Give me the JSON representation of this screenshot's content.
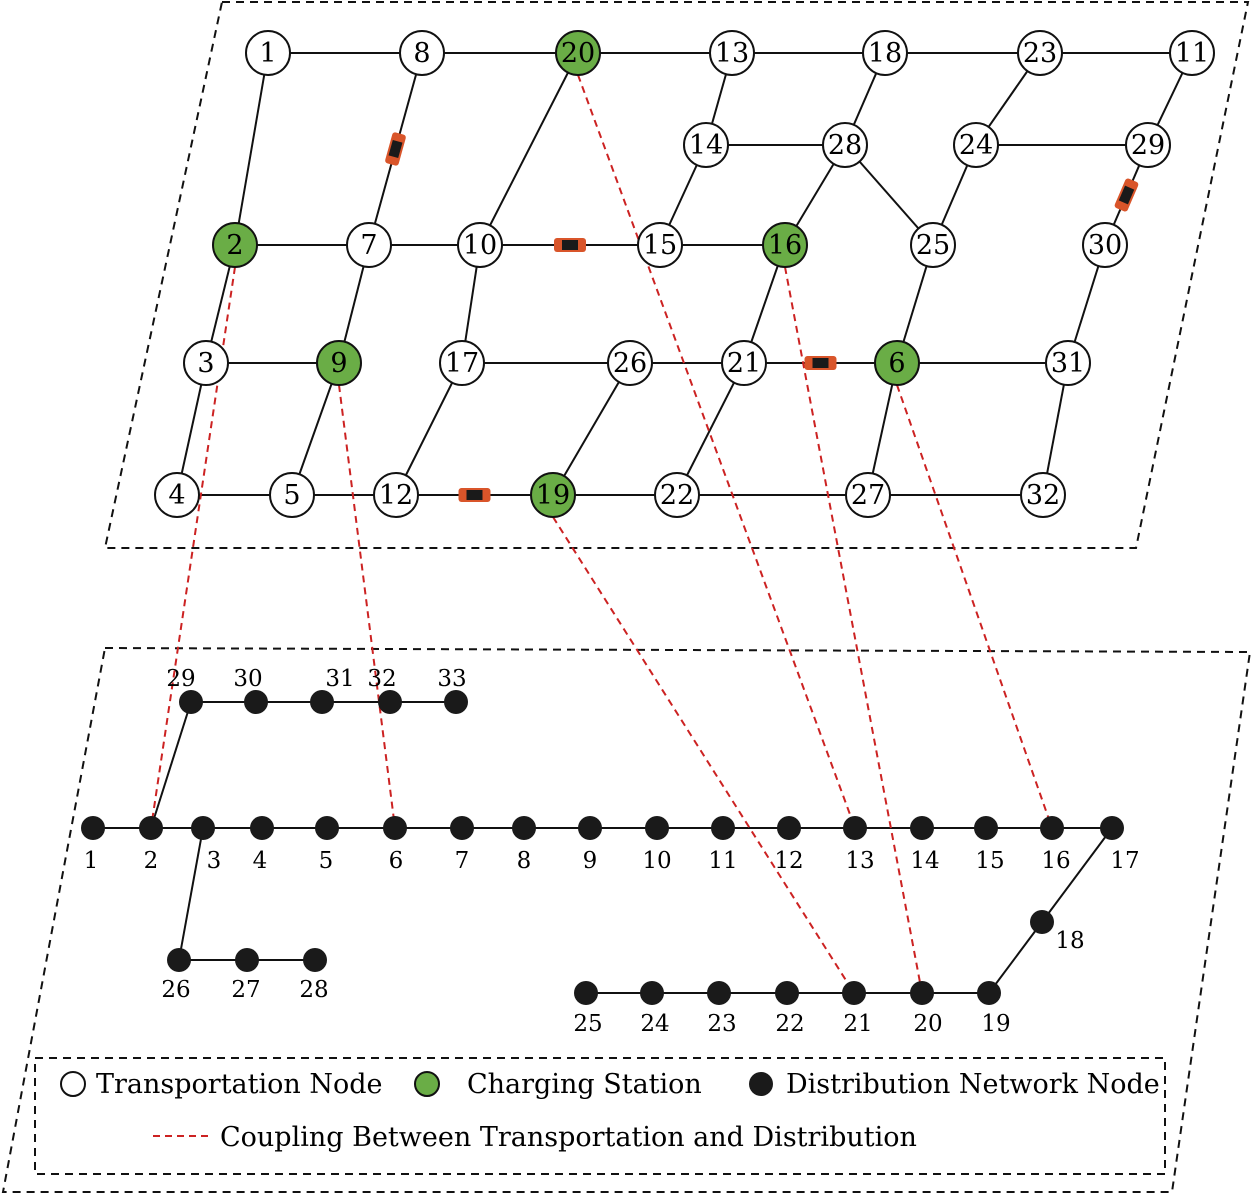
{
  "colors": {
    "charging_station": "#6aad46",
    "transport_node": "#ffffff",
    "distribution_node": "#1a1a1a",
    "coupling": "#cc2222",
    "line": "#111111",
    "vehicle": "#d9552a"
  },
  "transport": {
    "nodes": [
      {
        "id": "1",
        "type": "transport"
      },
      {
        "id": "8",
        "type": "transport"
      },
      {
        "id": "20",
        "type": "charging"
      },
      {
        "id": "13",
        "type": "transport"
      },
      {
        "id": "18",
        "type": "transport"
      },
      {
        "id": "23",
        "type": "transport"
      },
      {
        "id": "11",
        "type": "transport"
      },
      {
        "id": "14",
        "type": "transport"
      },
      {
        "id": "28",
        "type": "transport"
      },
      {
        "id": "24",
        "type": "transport"
      },
      {
        "id": "29",
        "type": "transport"
      },
      {
        "id": "2",
        "type": "charging"
      },
      {
        "id": "7",
        "type": "transport"
      },
      {
        "id": "10",
        "type": "transport"
      },
      {
        "id": "15",
        "type": "transport"
      },
      {
        "id": "16",
        "type": "charging"
      },
      {
        "id": "25",
        "type": "transport"
      },
      {
        "id": "30",
        "type": "transport"
      },
      {
        "id": "3",
        "type": "transport"
      },
      {
        "id": "9",
        "type": "charging"
      },
      {
        "id": "17",
        "type": "transport"
      },
      {
        "id": "26",
        "type": "transport"
      },
      {
        "id": "21",
        "type": "transport"
      },
      {
        "id": "6",
        "type": "charging"
      },
      {
        "id": "31",
        "type": "transport"
      },
      {
        "id": "4",
        "type": "transport"
      },
      {
        "id": "5",
        "type": "transport"
      },
      {
        "id": "12",
        "type": "transport"
      },
      {
        "id": "19",
        "type": "charging"
      },
      {
        "id": "22",
        "type": "transport"
      },
      {
        "id": "27",
        "type": "transport"
      },
      {
        "id": "32",
        "type": "transport"
      }
    ],
    "edges": [
      [
        "1",
        "8"
      ],
      [
        "8",
        "20"
      ],
      [
        "20",
        "13"
      ],
      [
        "13",
        "18"
      ],
      [
        "18",
        "23"
      ],
      [
        "23",
        "11"
      ],
      [
        "1",
        "2"
      ],
      [
        "8",
        "7"
      ],
      [
        "20",
        "10"
      ],
      [
        "13",
        "14"
      ],
      [
        "18",
        "28"
      ],
      [
        "23",
        "24"
      ],
      [
        "11",
        "29"
      ],
      [
        "14",
        "28"
      ],
      [
        "24",
        "29"
      ],
      [
        "28",
        "16"
      ],
      [
        "28",
        "25"
      ],
      [
        "24",
        "25"
      ],
      [
        "29",
        "30"
      ],
      [
        "14",
        "15"
      ],
      [
        "2",
        "7"
      ],
      [
        "7",
        "10"
      ],
      [
        "10",
        "15"
      ],
      [
        "15",
        "16"
      ],
      [
        "2",
        "3"
      ],
      [
        "7",
        "9"
      ],
      [
        "10",
        "17"
      ],
      [
        "16",
        "21"
      ],
      [
        "25",
        "6"
      ],
      [
        "30",
        "31"
      ],
      [
        "3",
        "9"
      ],
      [
        "17",
        "26"
      ],
      [
        "26",
        "21"
      ],
      [
        "21",
        "6"
      ],
      [
        "6",
        "31"
      ],
      [
        "3",
        "4"
      ],
      [
        "9",
        "5"
      ],
      [
        "17",
        "12"
      ],
      [
        "26",
        "19"
      ],
      [
        "21",
        "22"
      ],
      [
        "6",
        "27"
      ],
      [
        "31",
        "32"
      ],
      [
        "4",
        "5"
      ],
      [
        "5",
        "12"
      ],
      [
        "12",
        "19"
      ],
      [
        "19",
        "22"
      ],
      [
        "22",
        "27"
      ],
      [
        "27",
        "32"
      ]
    ]
  },
  "distribution": {
    "nodes": [
      "1",
      "2",
      "3",
      "4",
      "5",
      "6",
      "7",
      "8",
      "9",
      "10",
      "11",
      "12",
      "13",
      "14",
      "15",
      "16",
      "17",
      "18",
      "19",
      "20",
      "21",
      "22",
      "23",
      "24",
      "25",
      "26",
      "27",
      "28",
      "29",
      "30",
      "31",
      "32",
      "33"
    ],
    "edges": [
      [
        "1",
        "2"
      ],
      [
        "2",
        "3"
      ],
      [
        "3",
        "4"
      ],
      [
        "4",
        "5"
      ],
      [
        "5",
        "6"
      ],
      [
        "6",
        "7"
      ],
      [
        "7",
        "8"
      ],
      [
        "8",
        "9"
      ],
      [
        "9",
        "10"
      ],
      [
        "10",
        "11"
      ],
      [
        "11",
        "12"
      ],
      [
        "12",
        "13"
      ],
      [
        "13",
        "14"
      ],
      [
        "14",
        "15"
      ],
      [
        "15",
        "16"
      ],
      [
        "16",
        "17"
      ],
      [
        "17",
        "18"
      ],
      [
        "18",
        "19"
      ],
      [
        "19",
        "20"
      ],
      [
        "20",
        "21"
      ],
      [
        "21",
        "22"
      ],
      [
        "22",
        "23"
      ],
      [
        "23",
        "24"
      ],
      [
        "24",
        "25"
      ],
      [
        "2",
        "29"
      ],
      [
        "29",
        "30"
      ],
      [
        "30",
        "31"
      ],
      [
        "31",
        "32"
      ],
      [
        "32",
        "33"
      ],
      [
        "3",
        "26"
      ],
      [
        "26",
        "27"
      ],
      [
        "27",
        "28"
      ]
    ]
  },
  "couplings": [
    {
      "transport": "2",
      "distribution": "2"
    },
    {
      "transport": "9",
      "distribution": "6"
    },
    {
      "transport": "20",
      "distribution": "13"
    },
    {
      "transport": "16",
      "distribution": "20"
    },
    {
      "transport": "19",
      "distribution": "21"
    },
    {
      "transport": "6",
      "distribution": "16"
    }
  ],
  "vehicles": [
    {
      "edge": [
        "8",
        "7"
      ],
      "orientation": "diagonal"
    },
    {
      "edge": [
        "10",
        "15"
      ],
      "orientation": "horizontal"
    },
    {
      "edge": [
        "29",
        "30"
      ],
      "orientation": "diagonal"
    },
    {
      "edge": [
        "21",
        "6"
      ],
      "orientation": "horizontal"
    },
    {
      "edge": [
        "12",
        "19"
      ],
      "orientation": "horizontal"
    }
  ],
  "legend": {
    "transport_node": "Transportation Node",
    "charging_station": "Charging Station",
    "distribution_node": "Distribution Network Node",
    "coupling": "Coupling Between Transportation and Distribution"
  }
}
